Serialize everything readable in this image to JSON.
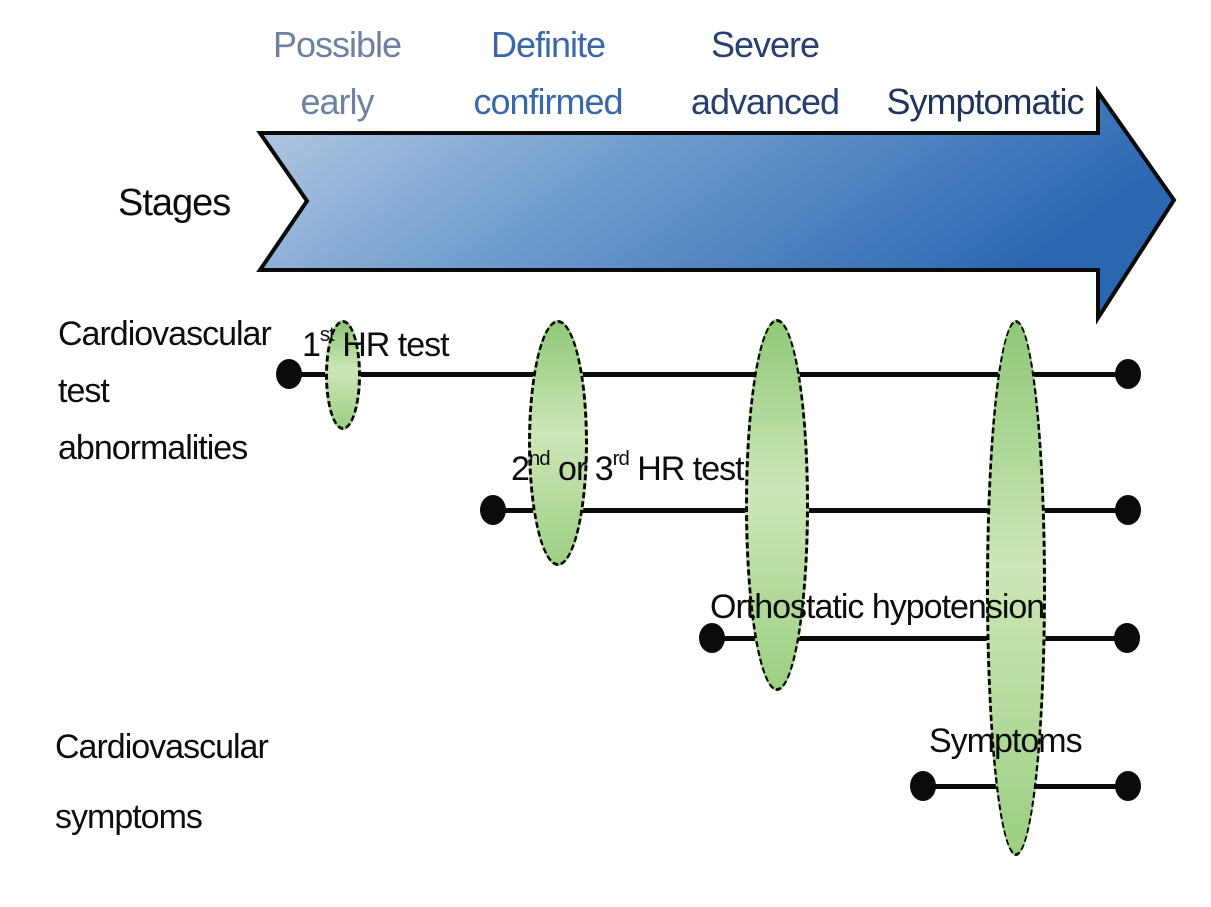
{
  "palette": {
    "arrow_blue_light": "#b8cbe4",
    "arrow_blue_mid": "#6f9ccd",
    "arrow_blue_dark": "#2a66b1",
    "arrow_outline": "#0a0a0a",
    "ellipse_green_dark": "#8fc877",
    "ellipse_green_light": "#cde7b8",
    "stage_possible_color": "#6e81a1",
    "stage_definite_color": "#3a66aa",
    "stage_severe_color": "#27406f",
    "stage_symptomatic_color": "#20335a",
    "line_color": "#0b0b0b"
  },
  "stages": {
    "axis_label": "Stages",
    "items": [
      {
        "label": "Possible\nearly"
      },
      {
        "label": "Definite\nconfirmed"
      },
      {
        "label": "Severe\nadvanced"
      },
      {
        "label": "Symptomatic"
      }
    ]
  },
  "row_labels": {
    "tests": "Cardiovascular\ntest\nabnormalities",
    "symptoms": "Cardiovascular\nsymptoms"
  },
  "timelines": {
    "first_hr": {
      "p1": "1",
      "s1": "st",
      "p2": " HR test"
    },
    "second_third_hr": {
      "p1": "2",
      "s1": "nd",
      "p2": " or 3",
      "s2": "rd",
      "p3": " HR test"
    },
    "orthostatic": {
      "label": "Orthostatic hypotension"
    },
    "symptoms": {
      "label": "Symptoms"
    }
  }
}
